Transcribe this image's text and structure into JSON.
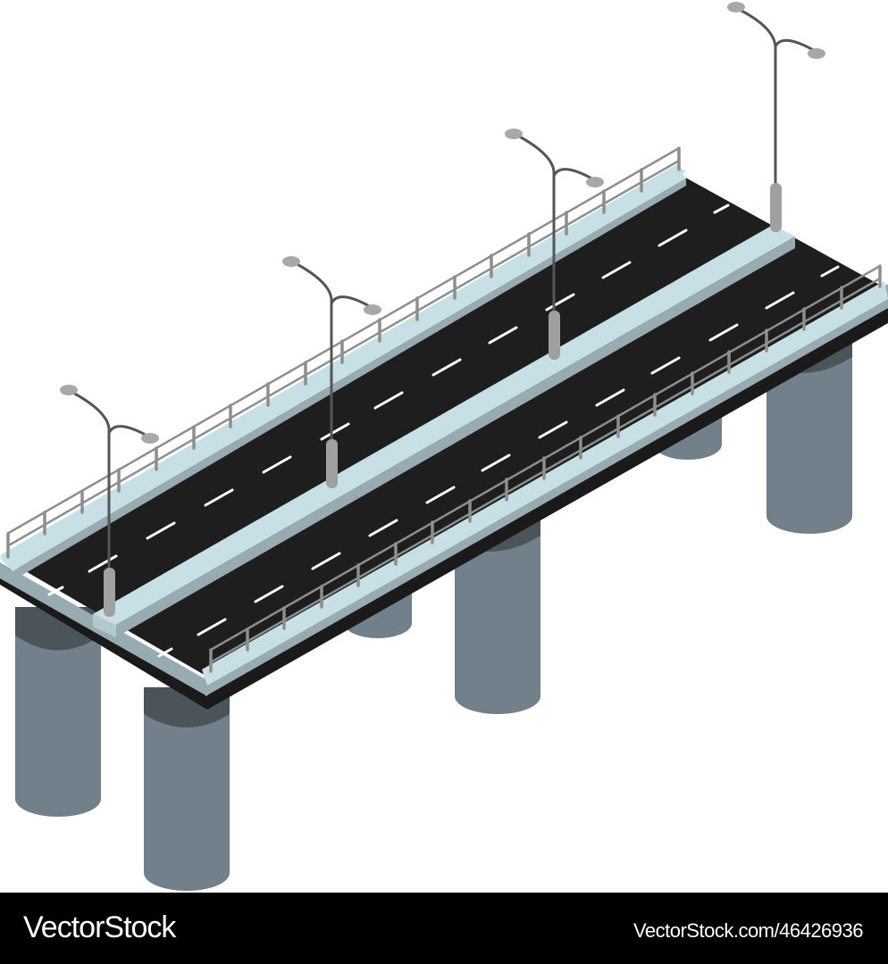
{
  "image": {
    "subject": "isometric elevated highway bridge",
    "elements": {
      "lanes": 2,
      "pillars": 6,
      "street_lamps": 4,
      "railings": 2
    },
    "colors": {
      "asphalt": "#1e1e1e",
      "lane_marking": "#ffffff",
      "curb_top": "#c9dfe6",
      "curb_side": "#98aab2",
      "deck_edge": "#1a1a1a",
      "pillar": "#71808a",
      "pillar_shadow": "#4a5459",
      "lamp_pole": "#555555",
      "lamp_head": "#a8a8a8",
      "lamp_base": "#a0a0a0",
      "railing": "#8e8e8e",
      "background": "#ffffff"
    }
  },
  "footer": {
    "brand": "VectorStock",
    "reference": "VectorStock.com/46426936"
  }
}
